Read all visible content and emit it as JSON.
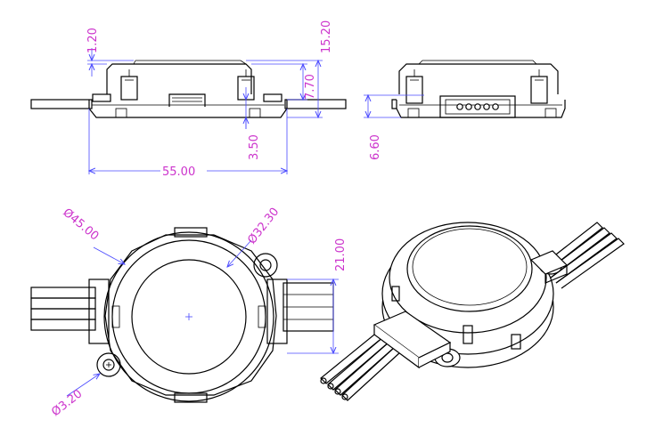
{
  "colors": {
    "outline": "#000000",
    "dimension_line": "#4a4aff",
    "dimension_text": "#cc33cc",
    "background": "#ffffff"
  },
  "dimensions": {
    "top_thickness": "1.20",
    "total_height": "15.20",
    "body_height": "7.70",
    "base_height": "3.50",
    "overall_length": "55.00",
    "cable_height": "6.60",
    "outer_diameter": "Ø45.00",
    "lens_diameter": "Ø32.30",
    "cable_width": "21.00",
    "hole_diameter": "Ø3.20"
  }
}
